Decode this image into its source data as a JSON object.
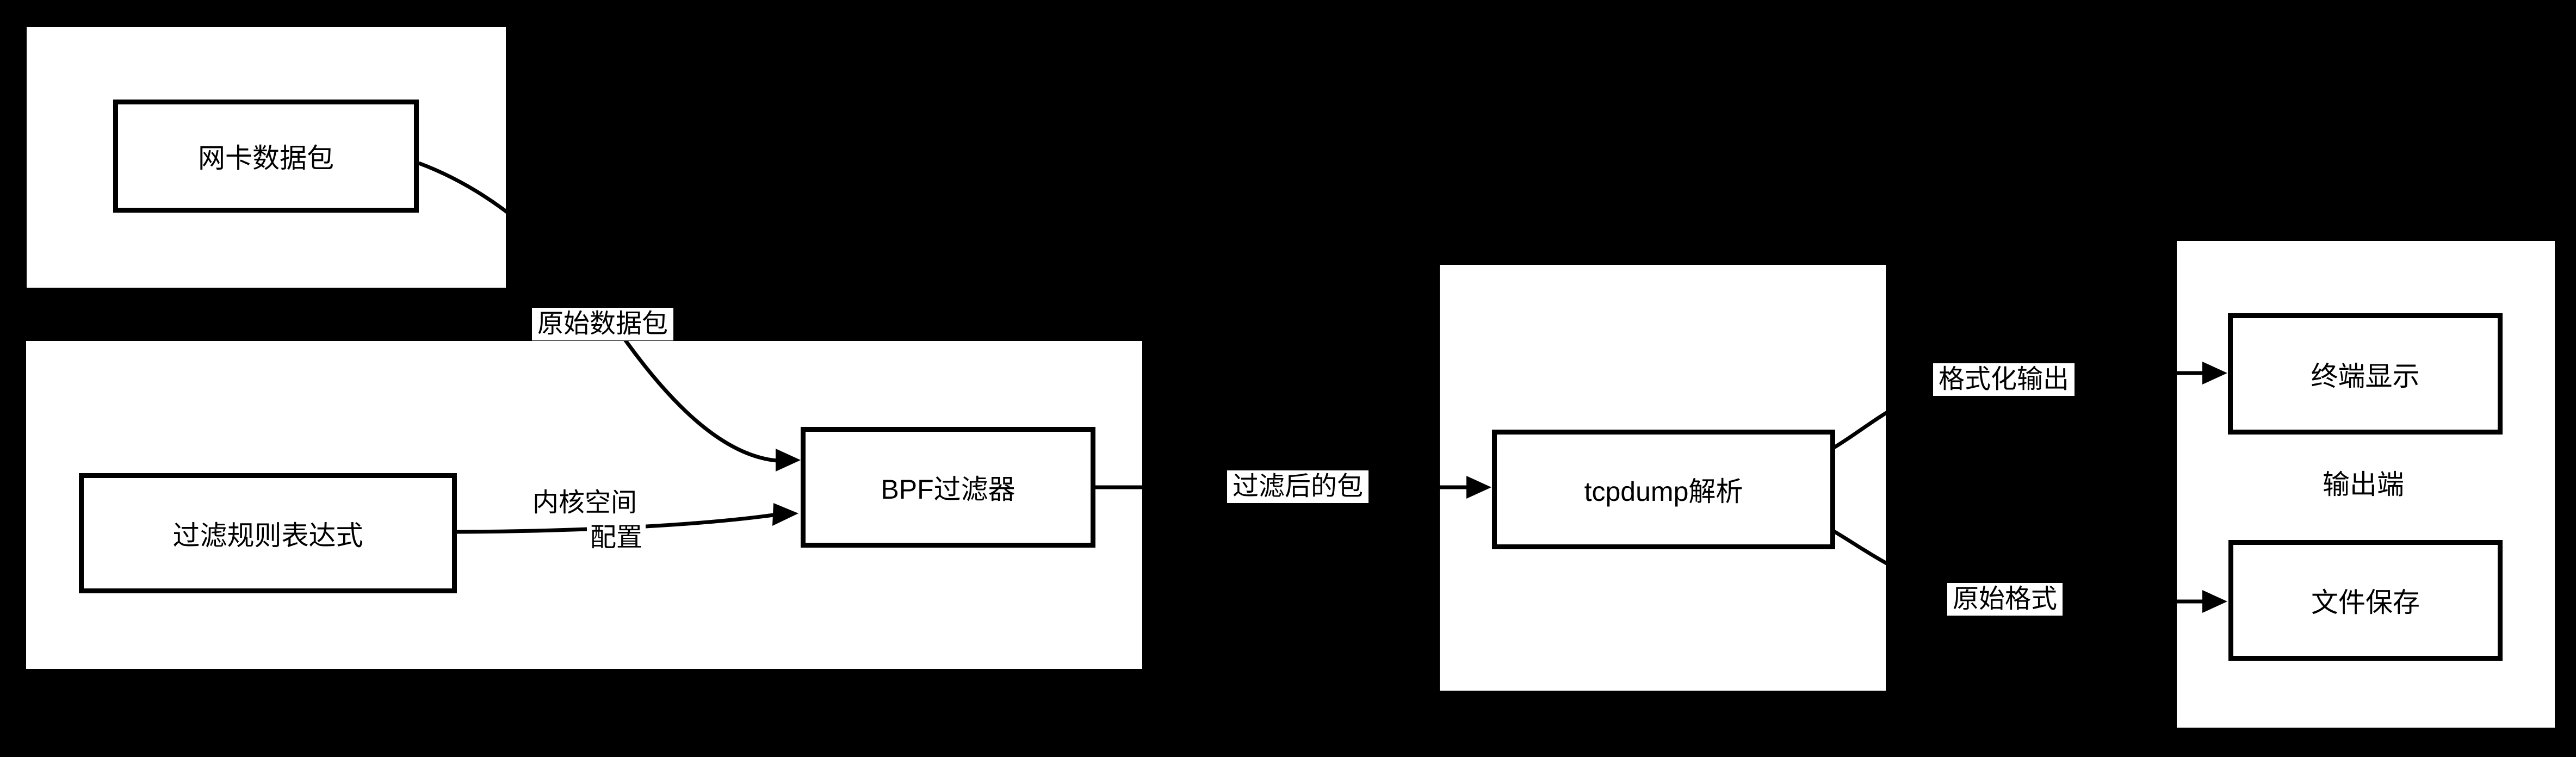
{
  "diagram": {
    "title": "tcpdump BPF packet filtering flow",
    "colors": {
      "background": "#000000",
      "panel_fill": "#ffffff",
      "node_fill": "#ffffff",
      "stroke": "#000000",
      "text": "#000000"
    },
    "nodes": {
      "nic_packet": {
        "label": "网卡数据包"
      },
      "filter_rule": {
        "label": "过滤规则表达式"
      },
      "bpf_filter": {
        "label": "BPF过滤器"
      },
      "tcpdump_parse": {
        "label": "tcpdump解析"
      },
      "terminal_display": {
        "label": "终端显示"
      },
      "file_save": {
        "label": "文件保存"
      }
    },
    "groups": {
      "output_group": {
        "label": "输出端"
      }
    },
    "edge_labels": {
      "raw_packet": "原始数据包",
      "kernel_space_line1": "内核空间",
      "kernel_space_line2": "配置",
      "filtered_packet": "过滤后的包",
      "formatted_output": "格式化输出",
      "raw_format": "原始格式"
    },
    "edges": [
      {
        "from": "nic_packet",
        "to": "bpf_filter",
        "label": "原始数据包"
      },
      {
        "from": "filter_rule",
        "to": "bpf_filter",
        "label": "内核空间 配置"
      },
      {
        "from": "bpf_filter",
        "to": "tcpdump_parse",
        "label": "过滤后的包"
      },
      {
        "from": "tcpdump_parse",
        "to": "terminal_display",
        "label": "格式化输出"
      },
      {
        "from": "tcpdump_parse",
        "to": "file_save",
        "label": "原始格式"
      }
    ]
  }
}
